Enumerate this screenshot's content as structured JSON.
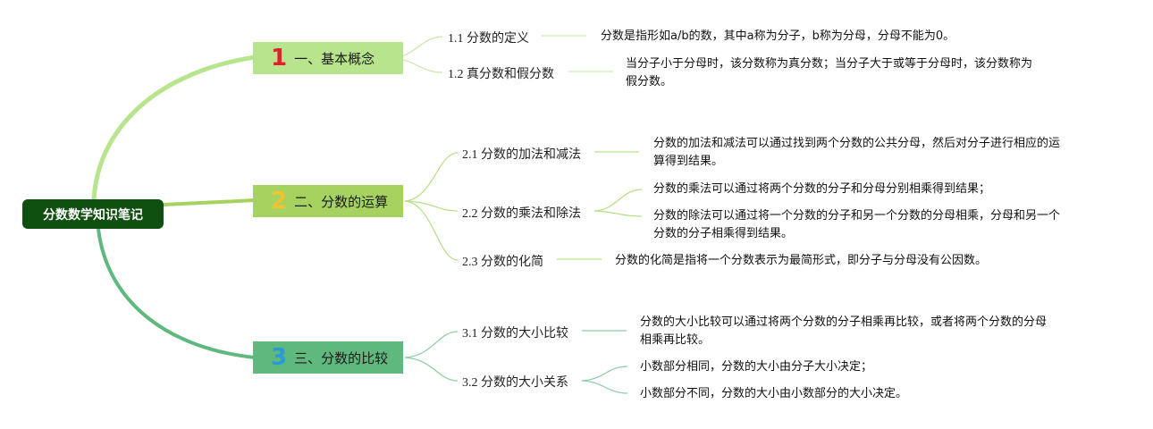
{
  "root": {
    "label": "分数数学知识笔记"
  },
  "colors": {
    "root": "#0f4f0f",
    "branch1": "#b7e48c",
    "branch2": "#a6d35f",
    "branch3": "#5fb87d",
    "num1": "#e02030",
    "num2": "#f2c230",
    "num3": "#2a9ad8"
  },
  "branches": [
    {
      "number": "1",
      "label": "一、基本概念",
      "topics": [
        {
          "title": "1.1 分数的定义",
          "details": [
            "分数是指形如a/b的数，其中a称为分子，b称为分母，分母不能为0。"
          ]
        },
        {
          "title": "1.2 真分数和假分数",
          "details": [
            "当分子小于分母时，该分数称为真分数；当分子大于或等于分母时，该分数称为\n假分数。"
          ]
        }
      ]
    },
    {
      "number": "2",
      "label": "二、分数的运算",
      "topics": [
        {
          "title": "2.1 分数的加法和减法",
          "details": [
            "分数的加法和减法可以通过找到两个分数的公共分母，然后对分子进行相应的运\n算得到结果。"
          ]
        },
        {
          "title": "2.2 分数的乘法和除法",
          "details": [
            "分数的乘法可以通过将两个分数的分子和分母分别相乘得到结果；",
            "分数的除法可以通过将一个分数的分子和另一个分数的分母相乘，分母和另一个\n分数的分子相乘得到结果。"
          ]
        },
        {
          "title": "2.3 分数的化简",
          "details": [
            "分数的化简是指将一个分数表示为最简形式，即分子与分母没有公因数。"
          ]
        }
      ]
    },
    {
      "number": "3",
      "label": "三、分数的比较",
      "topics": [
        {
          "title": "3.1 分数的大小比较",
          "details": [
            "分数的大小比较可以通过将两个分数的分子相乘再比较，或者将两个分数的分母\n相乘再比较。"
          ]
        },
        {
          "title": "3.2 分数的大小关系",
          "details": [
            "小数部分相同，分数的大小由分子大小决定；",
            "小数部分不同，分数的大小由小数部分的大小决定。"
          ]
        }
      ]
    }
  ]
}
